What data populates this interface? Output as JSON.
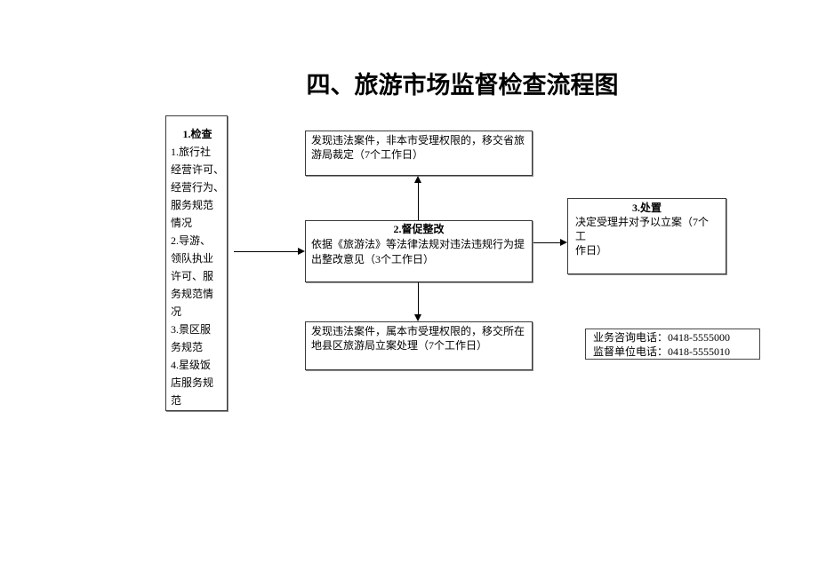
{
  "page": {
    "title": "四、旅游市场监督检查流程图"
  },
  "flowchart": {
    "inspect_box": {
      "heading": "1.检查",
      "body": "1.旅行社\n经营许可、\n经营行为、\n服务规范\n情况\n2.导游、\n领队执业\n许可、服\n务规范情\n况\n3.景区服\n务规范\n4.星级饭\n店服务规\n范"
    },
    "transfer_province_box": {
      "text": "发现违法案件，非本市受理权限的，移交省旅\n游局裁定（7个工作日）"
    },
    "rectify_box": {
      "heading": "2.督促整改",
      "body": "依据《旅游法》等法律法规对违法违规行为提\n出整改意见（3个工作日）"
    },
    "transfer_county_box": {
      "text": "发现违法案件，属本市受理权限的，移交所在\n地县区旅游局立案处理（7个工作日）"
    },
    "dispose_box": {
      "heading": "3.处置",
      "body": "决定受理并对予以立案（7个工\n作日）"
    },
    "contact_box": {
      "consult_line": "业务咨询电话：0418-5555000",
      "supervise_line": "监督单位电话：0418-5555010"
    }
  },
  "colors": {
    "background": "#ffffff",
    "text": "#000000",
    "box_border": "#3a3a3a",
    "box_shadow": "#8a8a8a",
    "arrow": "#000000"
  }
}
